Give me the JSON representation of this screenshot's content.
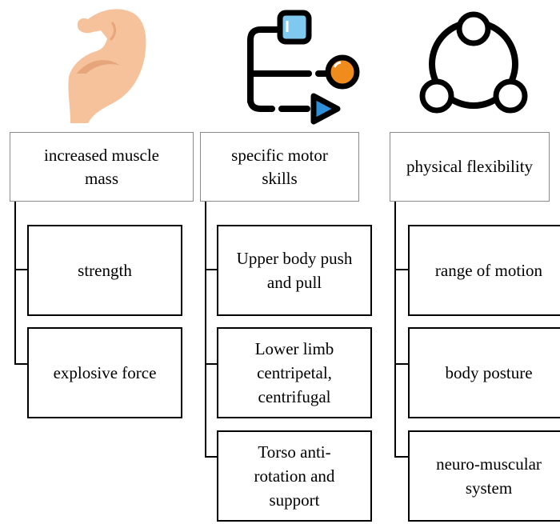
{
  "colors": {
    "skin": "#f5c29c",
    "skin_shadow": "#e7a57b",
    "node_blue": "#7fc8ef",
    "node_orange": "#f08c1b",
    "arrow_blue": "#2f8fd8",
    "line": "#000000",
    "header_border": "#8a8a8a"
  },
  "columns": [
    {
      "icon": "flexed-arm-muscle-icon",
      "header": [
        "increased muscle",
        "mass"
      ],
      "items": [
        {
          "lines": [
            "strength"
          ]
        },
        {
          "lines": [
            "explosive force"
          ]
        }
      ]
    },
    {
      "icon": "motor-flow-icon",
      "header": [
        "specific motor",
        "skills"
      ],
      "items": [
        {
          "lines": [
            "Upper body push",
            "and pull"
          ]
        },
        {
          "lines": [
            "Lower limb",
            "centripetal,",
            "centrifugal"
          ]
        },
        {
          "lines": [
            "Torso anti-",
            "rotation and",
            "support"
          ]
        }
      ]
    },
    {
      "icon": "flexibility-cycle-icon",
      "header": [
        "physical flexibility"
      ],
      "items": [
        {
          "lines": [
            "range of motion"
          ]
        },
        {
          "lines": [
            "body posture"
          ]
        },
        {
          "lines": [
            "neuro-muscular",
            "system"
          ]
        }
      ]
    }
  ]
}
